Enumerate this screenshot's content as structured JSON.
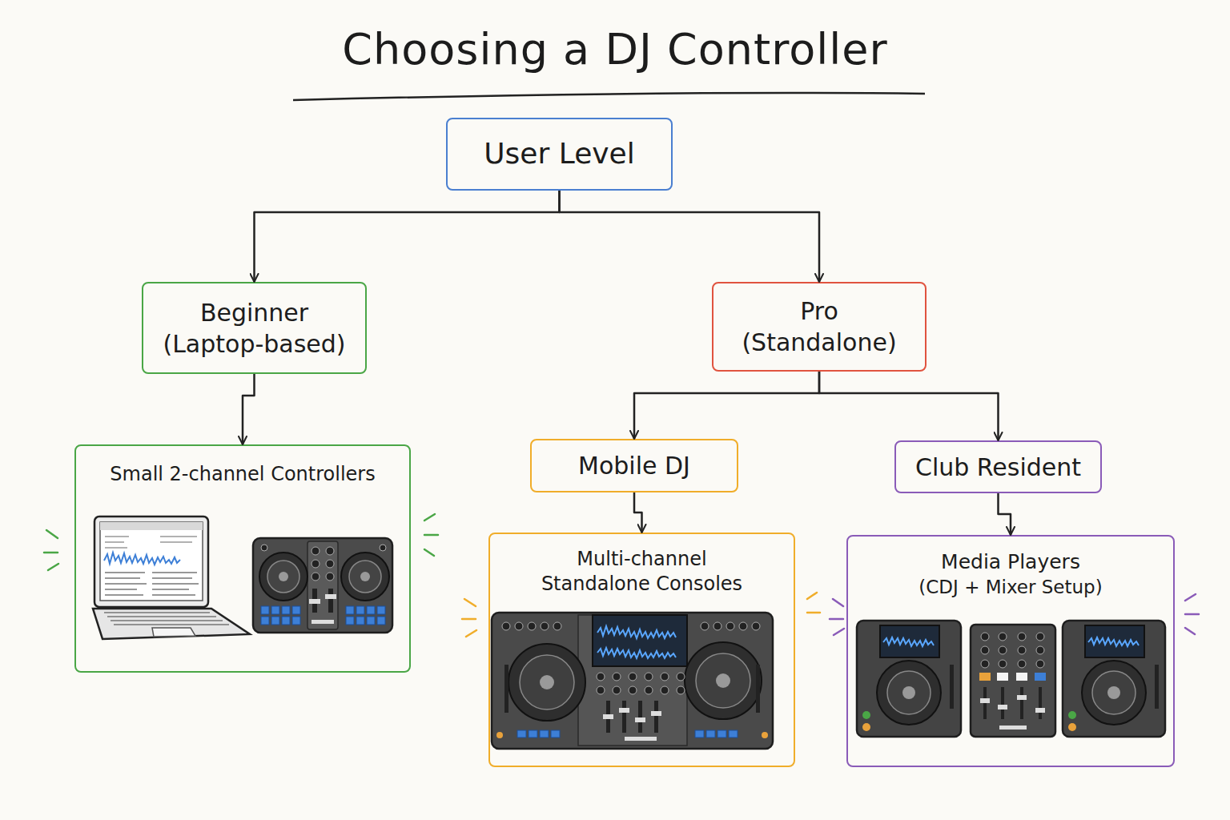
{
  "diagram": {
    "title": "Choosing a DJ Controller",
    "nodes": [
      {
        "text": [
          "User Level"
        ]
      },
      {
        "text": [
          "Beginner",
          "(Laptop-based)"
        ]
      },
      {
        "text": [
          "Pro",
          "(Standalone)"
        ]
      },
      {
        "text": [
          "Small 2-channel Controllers"
        ]
      },
      {
        "text": [
          "Mobile DJ"
        ]
      },
      {
        "text": [
          "Club Resident"
        ]
      },
      {
        "text": [
          "Multi-channel Standalone Consoles"
        ]
      },
      {
        "text": [
          "Media Players",
          "(CDJ + Mixer Setup)"
        ]
      }
    ],
    "edges": [
      {
        "from": 0,
        "to": 1,
        "arrow": "to"
      },
      {
        "from": 0,
        "to": 2,
        "arrow": "to"
      },
      {
        "from": 1,
        "to": 3,
        "arrow": "to"
      },
      {
        "from": 2,
        "to": 4,
        "arrow": "to"
      },
      {
        "from": 2,
        "to": 5,
        "arrow": "to"
      },
      {
        "from": 4,
        "to": 6,
        "arrow": "to"
      },
      {
        "from": 5,
        "to": 7,
        "arrow": "to"
      }
    ]
  }
}
